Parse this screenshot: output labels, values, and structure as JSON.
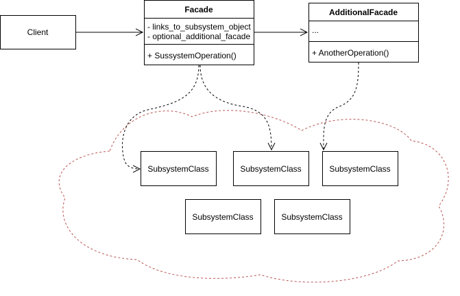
{
  "client": {
    "label": "Client"
  },
  "facade": {
    "title": "Facade",
    "attributes": [
      "- links_to_subsystem_object",
      "- optional_additional_facade"
    ],
    "operations": [
      "+ SussystemOperation()"
    ]
  },
  "additional_facade": {
    "title": "AdditionalFacade",
    "attributes": [
      "..."
    ],
    "operations": [
      "+ AnotherOperation()"
    ]
  },
  "subsystem": {
    "classes": [
      "SubsystemClass",
      "SubsystemClass",
      "SubsystemClass",
      "SubsystemClass",
      "SubsystemClass"
    ]
  },
  "colors": {
    "cloud_stroke": "#b85450",
    "line": "#000000",
    "background": "#ffffff"
  }
}
